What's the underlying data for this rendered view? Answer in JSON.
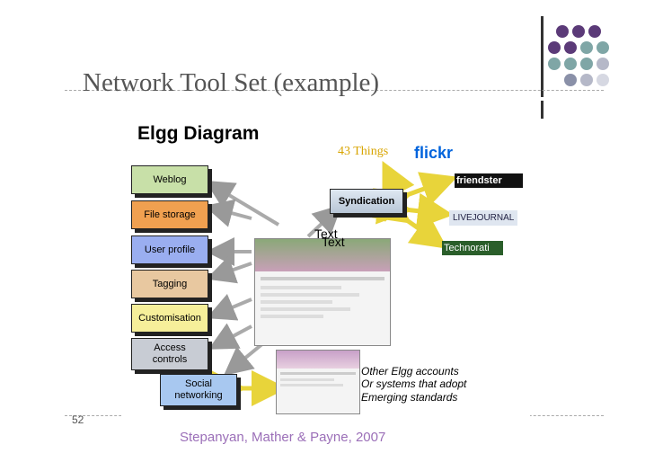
{
  "slide": {
    "title": "Network Tool Set (example)",
    "number": "52",
    "citation": "Stepanyan, Mather & Payne, 2007"
  },
  "diagram": {
    "heading": "Elgg Diagram",
    "hub": "Syndication",
    "tools": [
      {
        "label": "Weblog",
        "color": "#c8e0a8"
      },
      {
        "label": "File storage",
        "color": "#f0a050"
      },
      {
        "label": "User profile",
        "color": "#9aaef0"
      },
      {
        "label": "Tagging",
        "color": "#e8c8a0"
      },
      {
        "label": "Customisation",
        "color": "#f6ef9a"
      },
      {
        "label": "Access controls",
        "color": "#c8ccd4"
      },
      {
        "label": "Social networking",
        "color": "#a8c8f0"
      }
    ],
    "external_services": [
      "43 Things",
      "flickr",
      "friendster",
      "LIVEJOURNAL",
      "Technorati"
    ],
    "overlay_text": [
      "Text",
      "Text"
    ],
    "note_lines": [
      "Other Elgg accounts",
      "Or systems that adopt",
      "Emerging standards"
    ]
  },
  "colors": {
    "title": "#555555",
    "citation": "#9b6fb8",
    "dot_purple": "#5b3a78",
    "dot_teal": "#7fa6a6",
    "dot_gray": "#b5b8c8"
  }
}
